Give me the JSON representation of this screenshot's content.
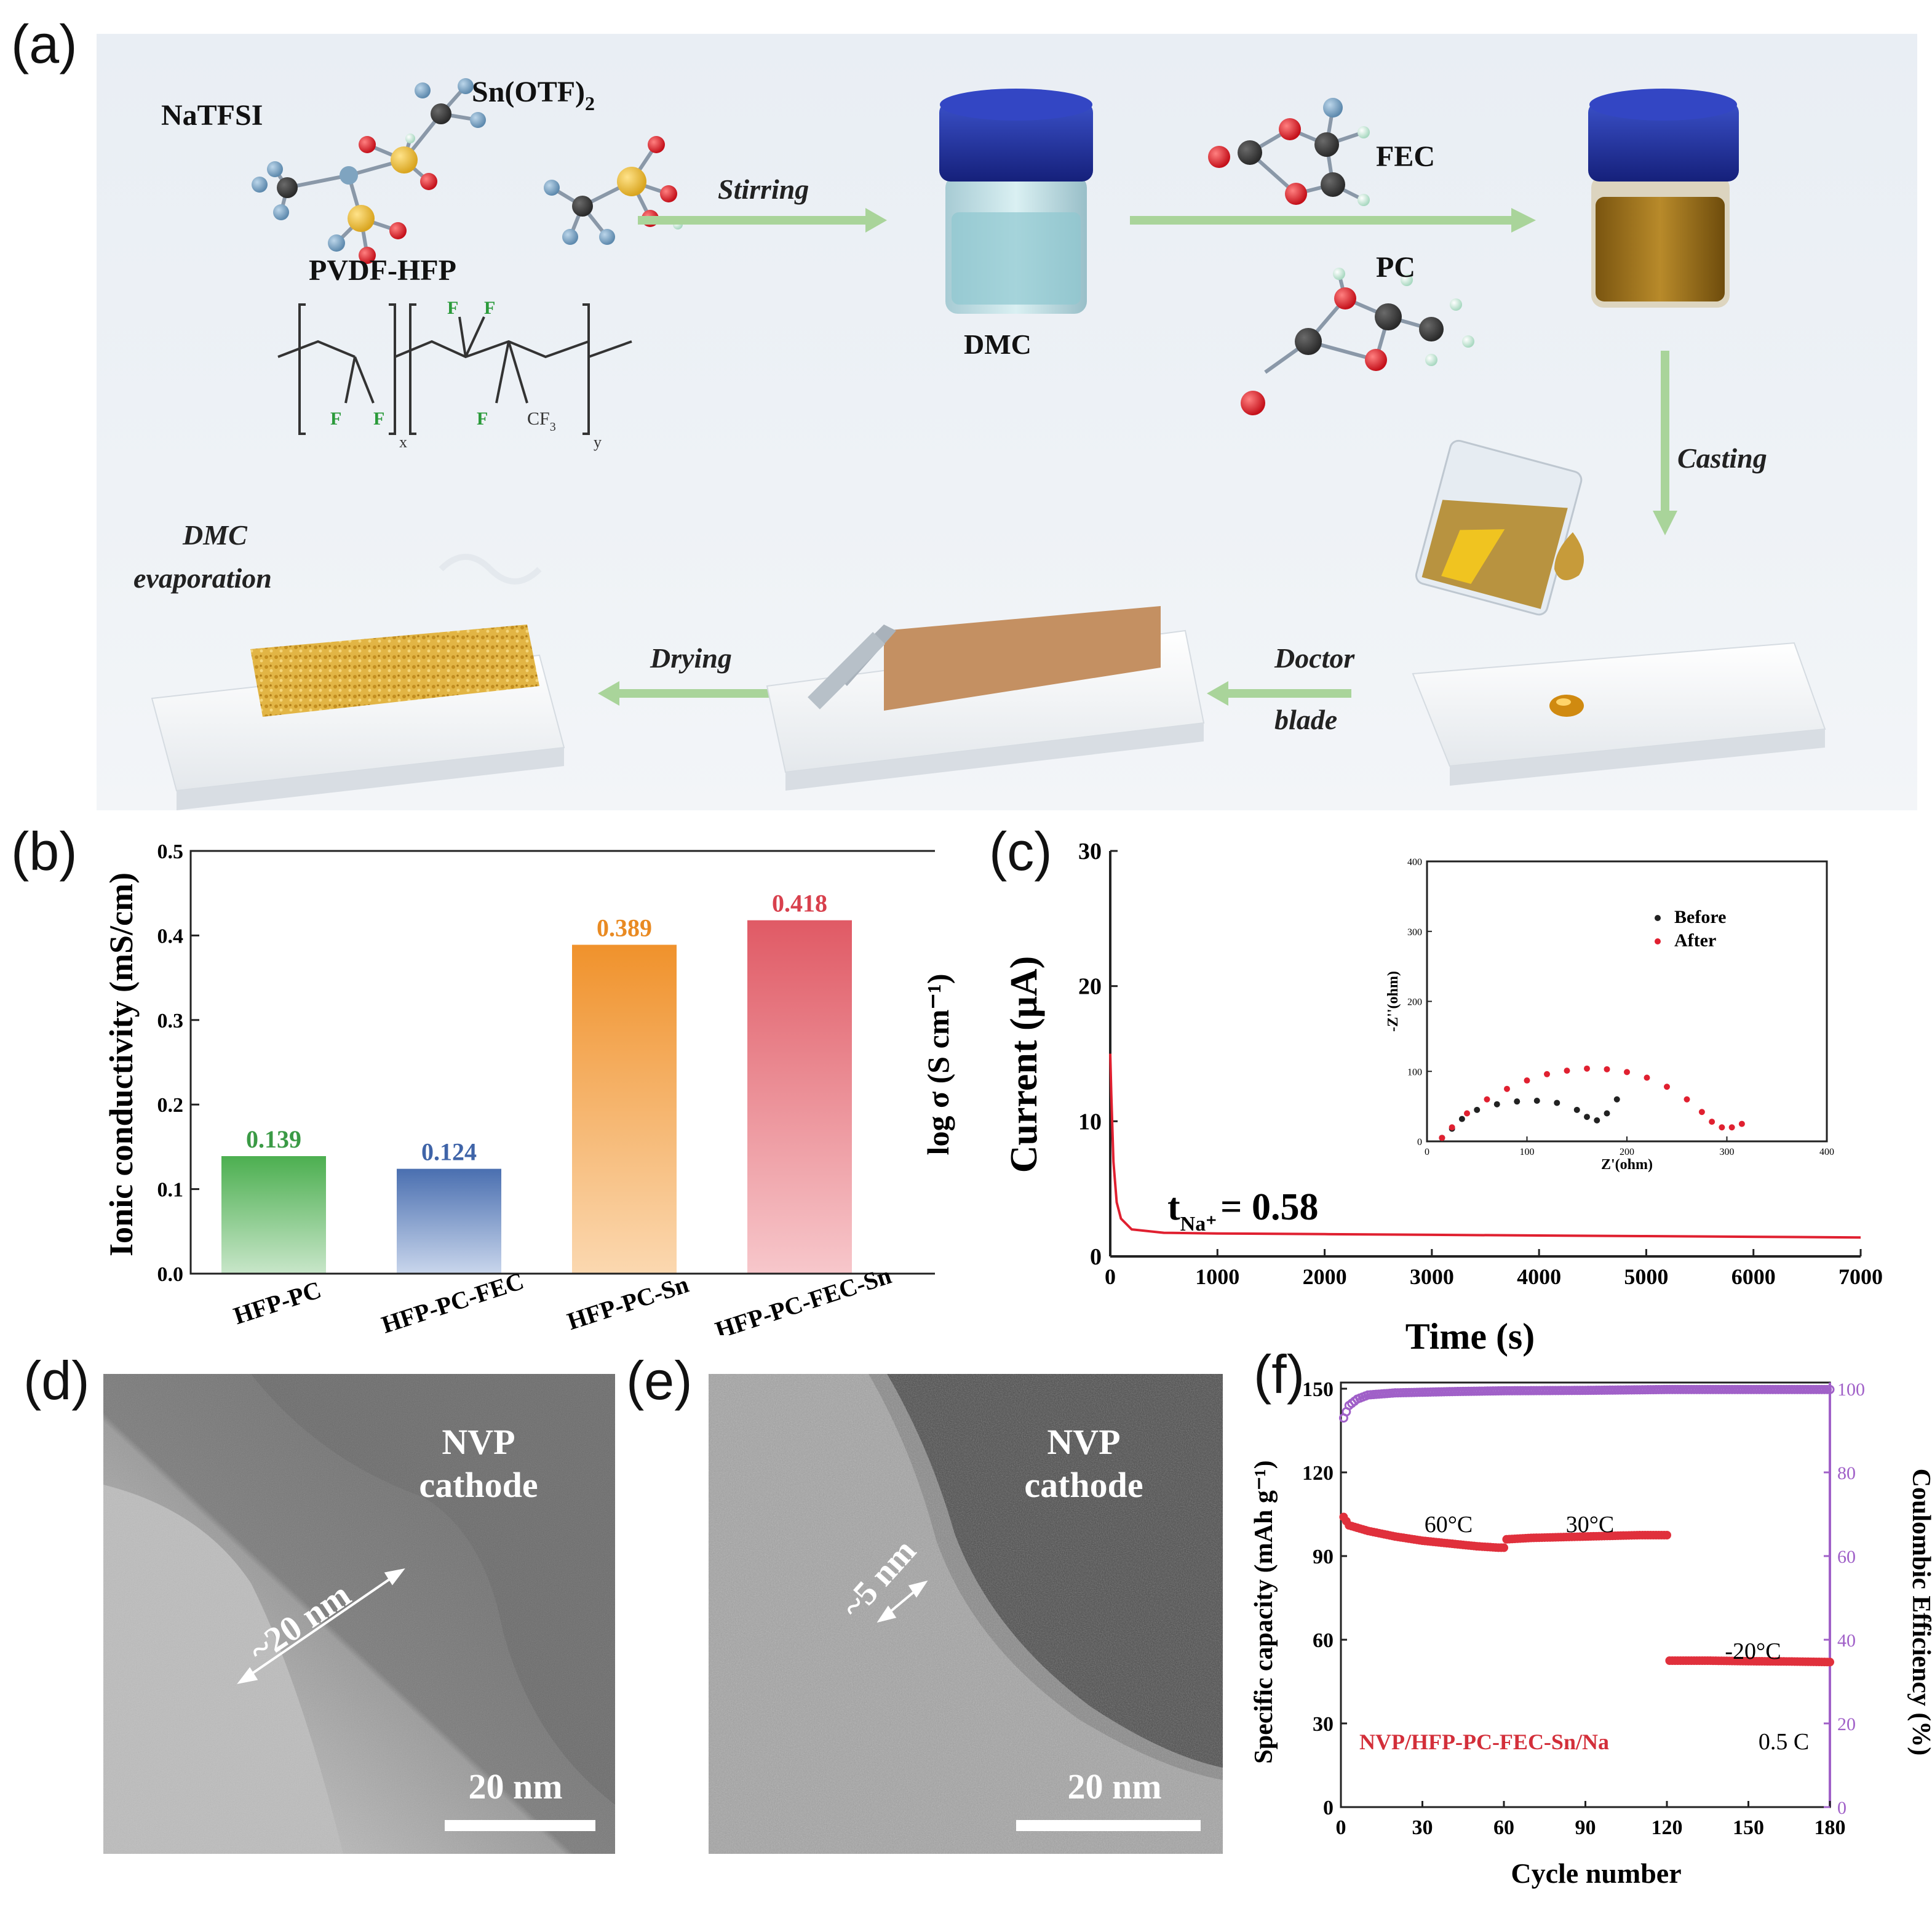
{
  "panels": {
    "a": "(a)",
    "b": "(b)",
    "c": "(c)",
    "d": "(d)",
    "e": "(e)",
    "f": "(f)"
  },
  "scheme": {
    "chem_natfsi": "NaTFSI",
    "chem_snotf_base": "Sn(OTF)",
    "chem_snotf_sub": "2",
    "chem_pvdf": "PVDF-HFP",
    "formula_f": "F",
    "formula_cf3": "CF",
    "formula_cf3_sub": "3",
    "formula_x": "x",
    "formula_y": "y",
    "step_stirring": "Stirring",
    "solvent_dmc": "DMC",
    "chem_fec": "FEC",
    "chem_pc": "PC",
    "step_casting": "Casting",
    "step_doctor": "Doctor",
    "step_blade": "blade",
    "step_drying": "Drying",
    "evap_line1": "DMC",
    "evap_line2": "evaporation"
  },
  "colors": {
    "green_bar": "#5cb85c",
    "blue_bar": "#5a7fb8",
    "orange_bar": "#f0922c",
    "red_bar": "#e05a65",
    "arrow": "#a9d49a",
    "cap_blue": "#1e2f9c",
    "curve_red": "#e02030",
    "purple": "#a060c8"
  },
  "chart_data": [
    {
      "id": "b",
      "type": "bar",
      "categories": [
        "HFP-PC",
        "HFP-PC-FEC",
        "HFP-PC-Sn",
        "HFP-PC-FEC-Sn"
      ],
      "values": [
        0.139,
        0.124,
        0.389,
        0.418
      ],
      "value_labels": [
        "0.139",
        "0.124",
        "0.389",
        "0.418"
      ],
      "ylabel": "Ionic conductivity (mS/cm)",
      "ylim": [
        0.0,
        0.5
      ],
      "yticks": [
        "0.0",
        "0.1",
        "0.2",
        "0.3",
        "0.4",
        "0.5"
      ]
    },
    {
      "id": "c",
      "type": "line",
      "ylabel_outer": "log σ (S cm⁻¹)",
      "ylabel": "Current (μA)",
      "xlabel": "Time (s)",
      "xlim": [
        0,
        7000
      ],
      "ylim": [
        0,
        30
      ],
      "xticks": [
        "0",
        "1000",
        "2000",
        "3000",
        "4000",
        "5000",
        "6000",
        "7000"
      ],
      "yticks": [
        "0",
        "10",
        "20",
        "30"
      ],
      "annotation_main": "t",
      "annotation_sub": "Na⁺",
      "annotation_value": "= 0.58",
      "series": [
        {
          "x": [
            0,
            10,
            30,
            60,
            100,
            200,
            500,
            1000,
            2000,
            3000,
            4000,
            5000,
            6000,
            7000
          ],
          "y": [
            15,
            12,
            7,
            4,
            2.8,
            2.0,
            1.75,
            1.7,
            1.65,
            1.6,
            1.55,
            1.5,
            1.45,
            1.4
          ]
        }
      ],
      "inset": {
        "type": "scatter",
        "xlabel": "Z'(ohm)",
        "ylabel": "-Z''(ohm)",
        "xlim": [
          0,
          400
        ],
        "ylim": [
          0,
          400
        ],
        "xticks": [
          "0",
          "100",
          "200",
          "300",
          "400"
        ],
        "yticks": [
          "0",
          "100",
          "200",
          "300",
          "400"
        ],
        "series": [
          {
            "name": "Before",
            "color": "#222222",
            "x": [
              15,
              25,
              35,
              50,
              70,
              90,
              110,
              130,
              150,
              160,
              170,
              180,
              190
            ],
            "y": [
              5,
              18,
              32,
              45,
              53,
              57,
              58,
              55,
              45,
              35,
              30,
              40,
              60
            ]
          },
          {
            "name": "After",
            "color": "#e02030",
            "x": [
              15,
              25,
              40,
              60,
              80,
              100,
              120,
              140,
              160,
              180,
              200,
              220,
              240,
              260,
              275,
              285,
              295,
              305,
              315
            ],
            "y": [
              5,
              20,
              40,
              60,
              75,
              87,
              96,
              101,
              104,
              103,
              99,
              91,
              78,
              60,
              42,
              28,
              20,
              20,
              25
            ]
          }
        ]
      }
    },
    {
      "id": "f",
      "type": "scatter",
      "xlabel": "Cycle number",
      "ylabel": "Specific capacity (mAh g⁻¹)",
      "ylabel2": "Coulombic Efficiency (%)",
      "xlim": [
        0,
        180
      ],
      "ylim": [
        0,
        150
      ],
      "ylim2": [
        0,
        100
      ],
      "xticks": [
        "0",
        "30",
        "60",
        "90",
        "120",
        "150",
        "180"
      ],
      "yticks": [
        "0",
        "30",
        "60",
        "90",
        "120",
        "150"
      ],
      "yticks2": [
        "0",
        "20",
        "40",
        "60",
        "80",
        "100"
      ],
      "labels": [
        "60°C",
        "30°C",
        "-20°C",
        "NVP/HFP-PC-FEC-Sn/Na",
        "0.5 C"
      ],
      "series": [
        {
          "name": "capacity",
          "segments": [
            {
              "x": [
                1,
                3,
                10,
                20,
                30,
                40,
                50,
                58,
                60
              ],
              "y": [
                104,
                101,
                99,
                97,
                95.5,
                94.5,
                93.5,
                93,
                93
              ]
            },
            {
              "x": [
                61,
                70,
                90,
                110,
                120
              ],
              "y": [
                96,
                96.5,
                97,
                97.5,
                97.5
              ]
            },
            {
              "x": [
                121,
                135,
                150,
                165,
                180
              ],
              "y": [
                52.5,
                52.5,
                52.3,
                52.2,
                52
              ]
            }
          ]
        },
        {
          "name": "coulombic efficiency",
          "x": [
            1,
            3,
            6,
            10,
            20,
            40,
            60,
            90,
            120,
            150,
            180
          ],
          "y": [
            93,
            96,
            97.5,
            98.5,
            99,
            99.3,
            99.5,
            99.6,
            99.8,
            99.8,
            99.8
          ]
        }
      ]
    }
  ],
  "tem": {
    "d_title1": "NVP",
    "d_title2": "cathode",
    "d_thickness": "~20 nm",
    "d_scale": "20 nm",
    "e_title1": "NVP",
    "e_title2": "cathode",
    "e_thickness": "~5 nm",
    "e_scale": "20 nm"
  }
}
